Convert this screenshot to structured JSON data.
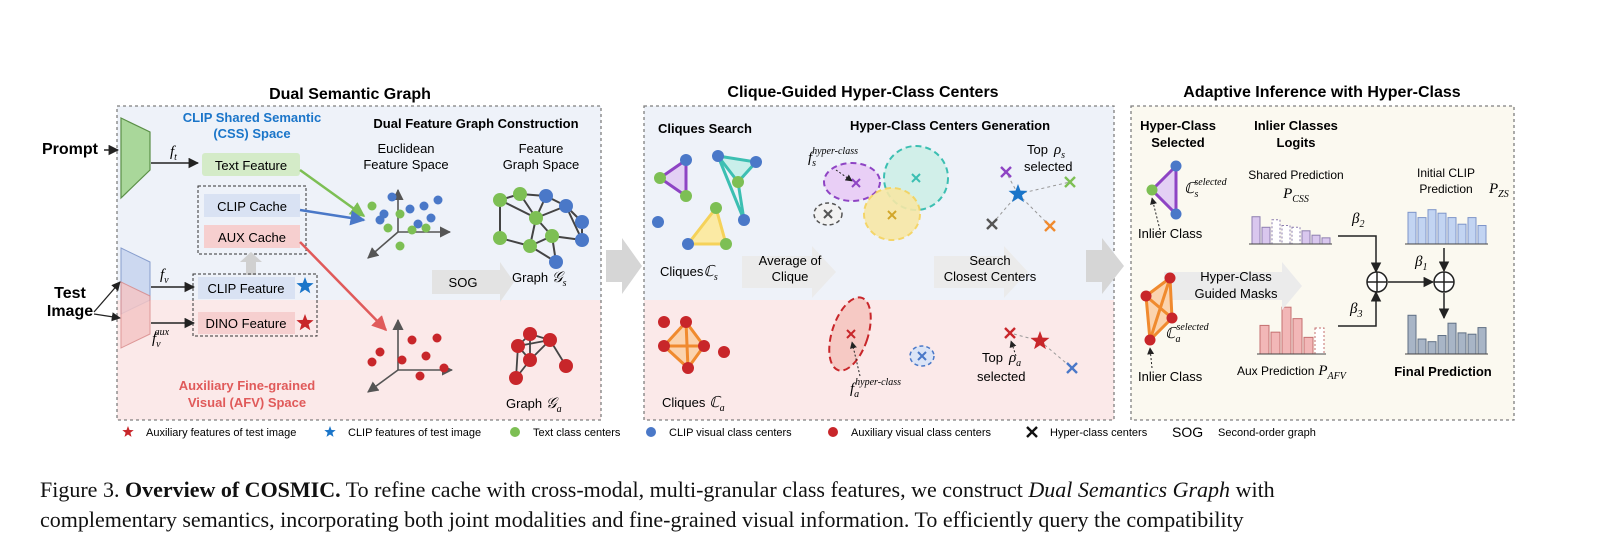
{
  "colors": {
    "panel_border": "#7f7f7f",
    "blue_region": "#eef2f9",
    "red_region": "#fbe9e9",
    "beige_panel": "#fbf9f0",
    "css_blue": "#1a75c9",
    "afv_red": "#e05a5a",
    "text_green": "#7dbf54",
    "visual_blue": "#4a78c8",
    "aux_red": "#c8262a",
    "purple": "#8e44c4",
    "teal": "#3cbfb2",
    "yellow": "#f5d25a",
    "orange": "#f08a2e"
  },
  "panels": {
    "dual": {
      "title": "Dual Semantic Graph",
      "prompt": "Prompt",
      "test_image": "Test\nImage",
      "css_space": "CLIP Shared Semantic\n(CSS) Space",
      "afv_space": "Auxiliary Fine-grained\nVisual (AFV) Space",
      "construction": "Dual Feature Graph Construction",
      "text_feature": "Text Feature",
      "clip_cache": "CLIP Cache",
      "aux_cache": "AUX Cache",
      "clip_feature": "CLIP Feature",
      "dino_feature": "DINO Feature",
      "euclidean": "Euclidean\nFeature Space",
      "feature_graph": "Feature\nGraph Space",
      "sog": "SOG",
      "graph_s": "Graph",
      "graph_a": "Graph",
      "f_t": "f",
      "f_t_sub": "t",
      "f_v": "f",
      "f_v_sub": "v",
      "f_aux_sub": "v",
      "f_aux_sup": "aux"
    },
    "clique": {
      "title": "Clique-Guided Hyper-Class Centers",
      "cliques_search": "Cliques Search",
      "generation": "Hyper-Class Centers Generation",
      "cliques_s": "Cliques",
      "cliques_a": "Cliques",
      "average": "Average of\nClique",
      "search": "Search\nClosest Centers",
      "top": "Top",
      "selected": "selected",
      "hyper_class_sup": "hyper-class",
      "rho": "ρ"
    },
    "adaptive": {
      "title": "Adaptive Inference with Hyper-Class",
      "selected_title": "Hyper-Class\nSelected",
      "logits_title": "Inlier Classes\nLogits",
      "shared_pred": "Shared Prediction",
      "p_css": "CSS",
      "initial_clip": "Initial CLIP\nPrediction",
      "p_zs": "ZS",
      "guided_masks": "Hyper-Class\nGuided Masks",
      "aux_pred": "Aux Prediction",
      "p_afv": "AFV",
      "inlier_class_1": "Inlier Class",
      "inlier_class_2": "Inlier Class",
      "final_pred": "Final Prediction",
      "c_selected": "selected",
      "beta": "β",
      "shared_bars": [
        0.62,
        0.38,
        0.55,
        0.42,
        0.38,
        0.3,
        0.2,
        0.14
      ],
      "initial_bars": [
        0.72,
        0.6,
        0.78,
        0.7,
        0.6,
        0.45,
        0.6,
        0.42
      ],
      "aux_bars": [
        0.55,
        0.42,
        0.9,
        0.68,
        0.32,
        0.5
      ],
      "final_bars": [
        0.88,
        0.34,
        0.28,
        0.42,
        0.7,
        0.48,
        0.45,
        0.6
      ]
    }
  },
  "legend": [
    {
      "symbol": "star",
      "color": "#c8262a",
      "label": "Auxiliary features of test image"
    },
    {
      "symbol": "star",
      "color": "#1a75c9",
      "label": "CLIP features of test image"
    },
    {
      "symbol": "dot",
      "color": "#7dbf54",
      "label": "Text class centers"
    },
    {
      "symbol": "dot",
      "color": "#4a78c8",
      "label": "CLIP visual class centers"
    },
    {
      "symbol": "dot",
      "color": "#c8262a",
      "label": "Auxiliary visual class centers"
    },
    {
      "symbol": "cross",
      "color": "#111111",
      "label": "Hyper-class centers"
    },
    {
      "symbol": "text",
      "color": "#111111",
      "label": "Second-order graph",
      "glyph": "SOG"
    }
  ],
  "caption": {
    "prefix": "Figure 3.",
    "title": "Overview of COSMIC.",
    "line1_a": "To refine cache with cross-modal, multi-granular class features, we construct",
    "line1_em": "Dual Semantics Graph",
    "line1_b": "with",
    "line2": "complementary semantics, incorporating both joint modalities and fine-grained visual information. To efficiently query the compatibility"
  }
}
